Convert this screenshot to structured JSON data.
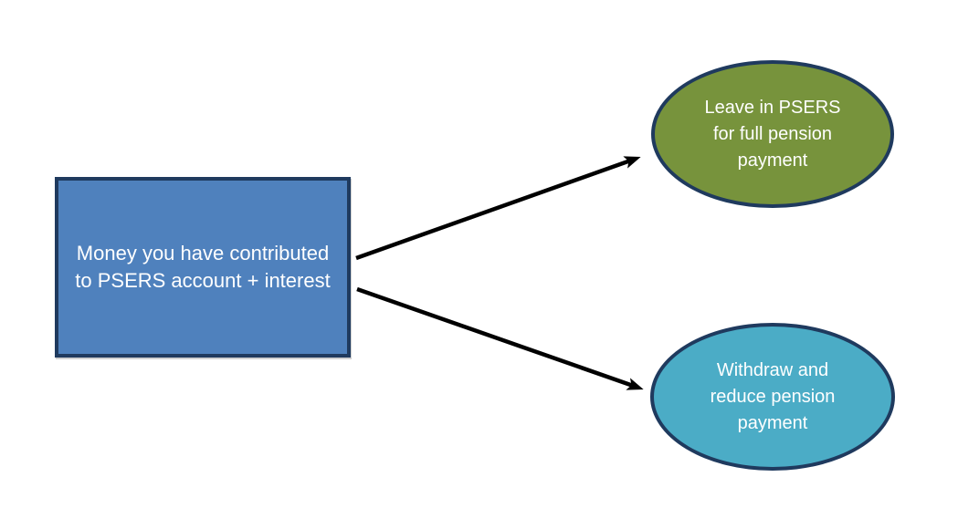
{
  "diagram": {
    "type": "flowchart",
    "nodes": {
      "source": {
        "shape": "rectangle",
        "text": "Money you have contributed to PSERS account + interest",
        "lines": [
          "Money you have contributed",
          "to PSERS account + interest"
        ]
      },
      "option_leave": {
        "shape": "ellipse",
        "text": "Leave in PSERS for full pension payment",
        "lines": [
          "Leave in PSERS",
          "for full pension",
          "payment"
        ]
      },
      "option_withdraw": {
        "shape": "ellipse",
        "text": "Withdraw and reduce pension payment",
        "lines": [
          "Withdraw and",
          "reduce pension",
          "payment"
        ]
      }
    },
    "connections": [
      {
        "from": "source",
        "to": "option_leave",
        "style": "straight-arrow"
      },
      {
        "from": "source",
        "to": "option_withdraw",
        "style": "straight-arrow"
      }
    ],
    "colors": {
      "background": "#FFFFFF",
      "node_border": "#1F3A5E",
      "source_fill": "#4F81BD",
      "option_green_fill": "#77933C",
      "option_teal_fill": "#4BACC6",
      "arrow": "#000000",
      "text": "#FFFFFF"
    }
  }
}
